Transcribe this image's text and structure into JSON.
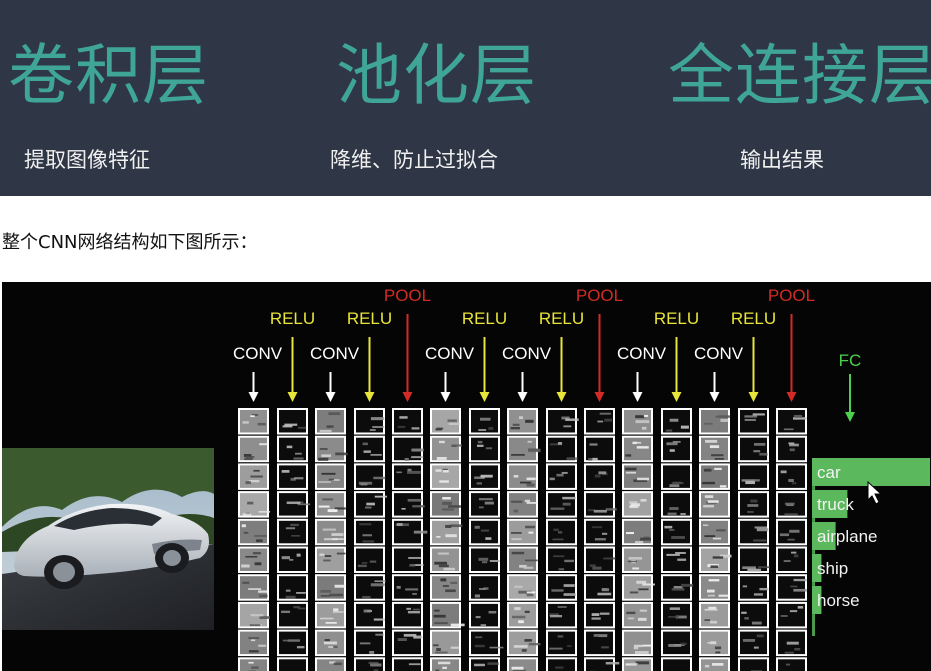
{
  "banner": {
    "background": "#2f3645",
    "title_color": "#3fa596",
    "columns": [
      {
        "title": "卷积层",
        "subtitle": "提取图像特征"
      },
      {
        "title": "池化层",
        "subtitle": "降维、防止过拟合"
      },
      {
        "title": "全连接层",
        "subtitle": "输出结果"
      }
    ]
  },
  "intro_text": "整个CNN网络结构如下图所示：",
  "diagram": {
    "colors": {
      "conv": "#ffffff",
      "relu": "#e8e43a",
      "pool": "#d42a25",
      "fc": "#4cd14c",
      "bar": "#5cb85c"
    },
    "layer_labels": [
      {
        "text": "CONV",
        "type": "conv"
      },
      {
        "text": "RELU",
        "type": "relu"
      },
      {
        "text": "CONV",
        "type": "conv"
      },
      {
        "text": "RELU",
        "type": "relu"
      },
      {
        "text": "POOL",
        "type": "pool"
      },
      {
        "text": "CONV",
        "type": "conv"
      },
      {
        "text": "RELU",
        "type": "relu"
      },
      {
        "text": "CONV",
        "type": "conv"
      },
      {
        "text": "RELU",
        "type": "relu"
      },
      {
        "text": "POOL",
        "type": "pool"
      },
      {
        "text": "CONV",
        "type": "conv"
      },
      {
        "text": "RELU",
        "type": "relu"
      },
      {
        "text": "CONV",
        "type": "conv"
      },
      {
        "text": "RELU",
        "type": "relu"
      },
      {
        "text": "POOL",
        "type": "pool"
      }
    ],
    "fc_label": "FC",
    "classes": [
      {
        "label": "car",
        "score": 1.0
      },
      {
        "label": "truck",
        "score": 0.3
      },
      {
        "label": "airplane",
        "score": 0.2
      },
      {
        "label": "ship",
        "score": 0.08
      },
      {
        "label": "horse",
        "score": 0.08
      }
    ]
  }
}
